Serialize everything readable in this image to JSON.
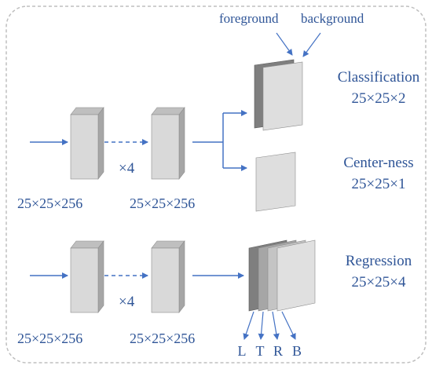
{
  "labels": {
    "foreground": "foreground",
    "background": "background",
    "classification_title": "Classification",
    "classification_dims": "25×25×2",
    "centerness_title": "Center-ness",
    "centerness_dims": "25×25×1",
    "regression_title": "Regression",
    "regression_dims": "25×25×4",
    "feature_dims": "25×25×256",
    "repeat": "×4",
    "ltrb": [
      "L",
      "T",
      "R",
      "B"
    ]
  },
  "colors": {
    "arrow": "#4472c4",
    "text": "#2f5597",
    "border": "#bfbfbf",
    "block_front": "#d9d9d9",
    "block_side": "#a6a6a6",
    "block_top": "#bfbfbf"
  }
}
